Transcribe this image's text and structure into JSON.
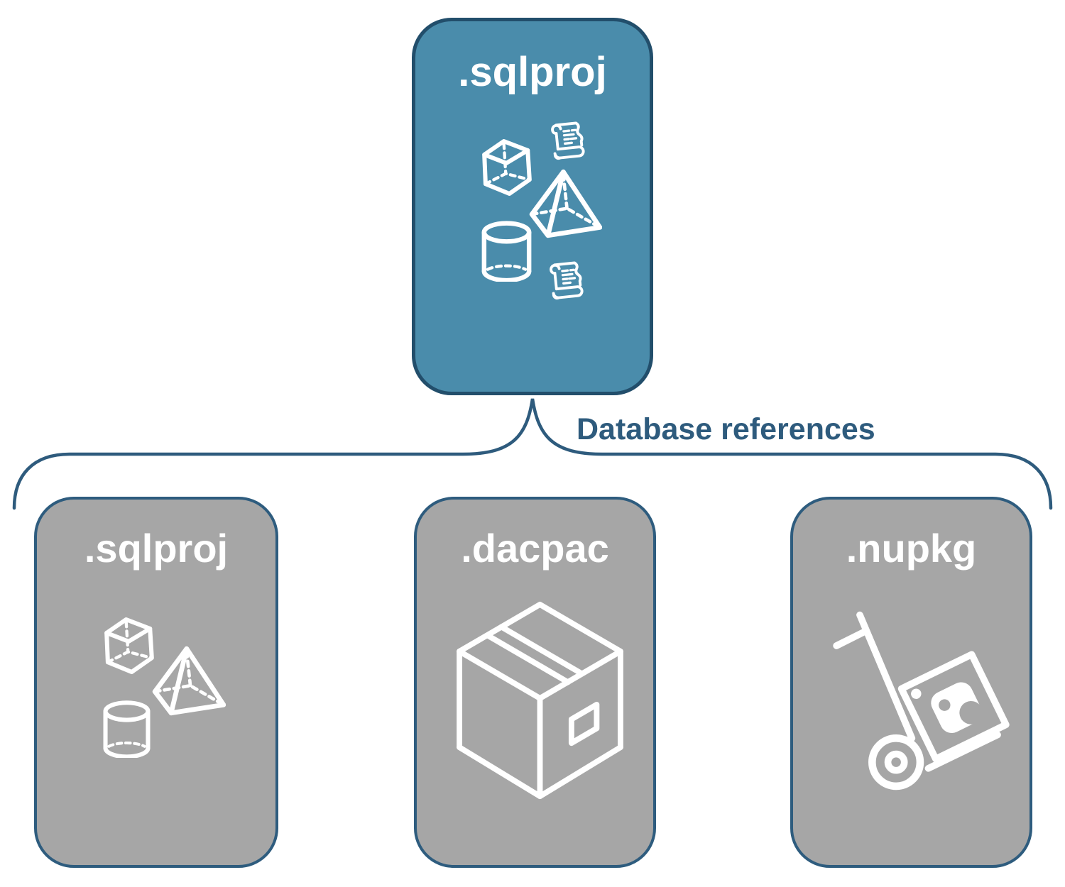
{
  "root_node": {
    "label": ".sqlproj",
    "icon": "sql-project-objects-icon"
  },
  "connector": {
    "label": "Database references"
  },
  "reference_nodes": [
    {
      "label": ".sqlproj",
      "icon": "sql-project-objects-icon"
    },
    {
      "label": ".dacpac",
      "icon": "package-box-icon"
    },
    {
      "label": ".nupkg",
      "icon": "nuget-hand-truck-icon"
    }
  ],
  "colors": {
    "root_fill": "#4A8CAB",
    "root_border": "#224E6B",
    "reference_fill": "#A6A6A6",
    "reference_border": "#2E5C7E",
    "connector_line": "#2E5B7D",
    "edge_label_text": "#2E5B7D",
    "node_label_text": "#FFFFFF",
    "icon_stroke": "#FFFFFF"
  }
}
